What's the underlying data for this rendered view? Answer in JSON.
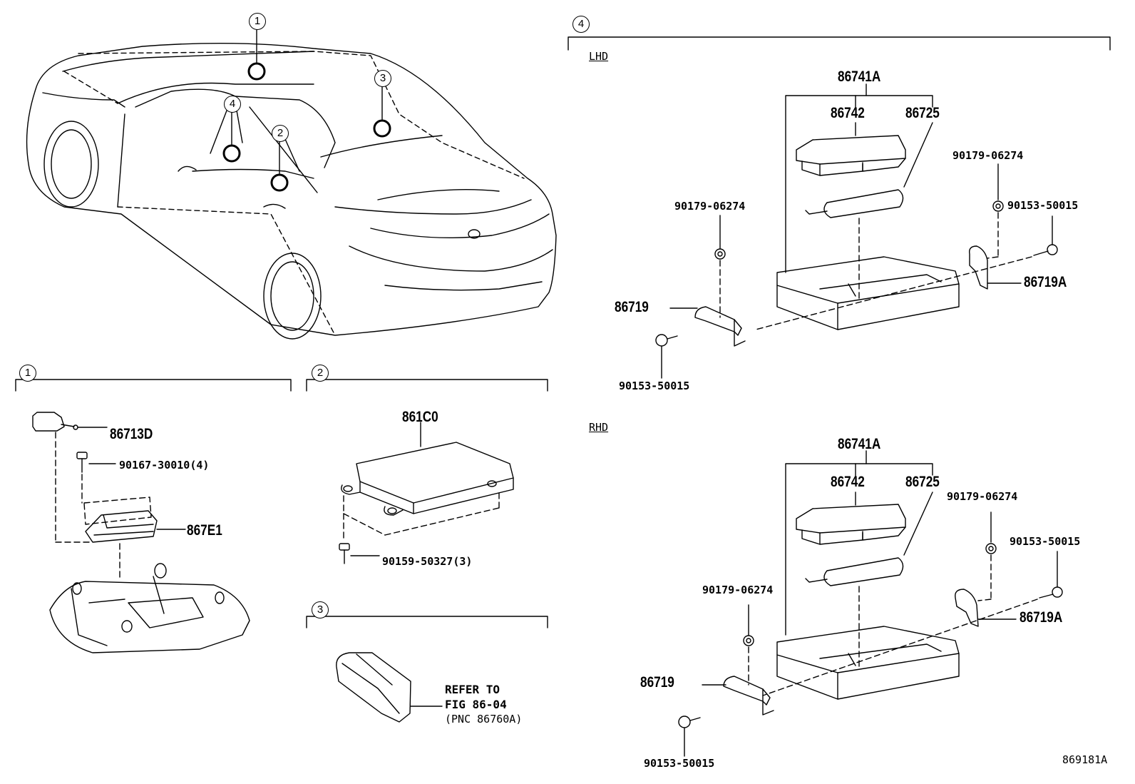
{
  "callouts": [
    "1",
    "2",
    "3",
    "4"
  ],
  "section4": {
    "lhd": {
      "title": "LHD",
      "parts": {
        "assy": "86741A",
        "unit": "86742",
        "battery": "86725",
        "nut_left": "90179-06274",
        "nut_right": "90179-06274",
        "bolt_right": "90153-50015",
        "bolt_left": "90153-50015",
        "bracket_left": "86719",
        "bracket_right": "86719A"
      }
    },
    "rhd": {
      "title": "RHD",
      "parts": {
        "assy": "86741A",
        "unit": "86742",
        "battery": "86725",
        "nut_right": "90179-06274",
        "nut_left": "90179-06274",
        "bolt_right": "90153-50015",
        "bolt_left": "90153-50015",
        "bracket_left": "86719",
        "bracket_right": "86719A"
      }
    }
  },
  "section1": {
    "sensor": "86713D",
    "screw": "90167-30010(4)",
    "module": "867E1"
  },
  "section2": {
    "ecu": "861C0",
    "bolt": "90159-50327(3)"
  },
  "section3": {
    "refer_line1": "REFER TO",
    "refer_line2": "FIG 86-04",
    "refer_line3": "(PNC 86760A)"
  },
  "figure_id": "869181A"
}
